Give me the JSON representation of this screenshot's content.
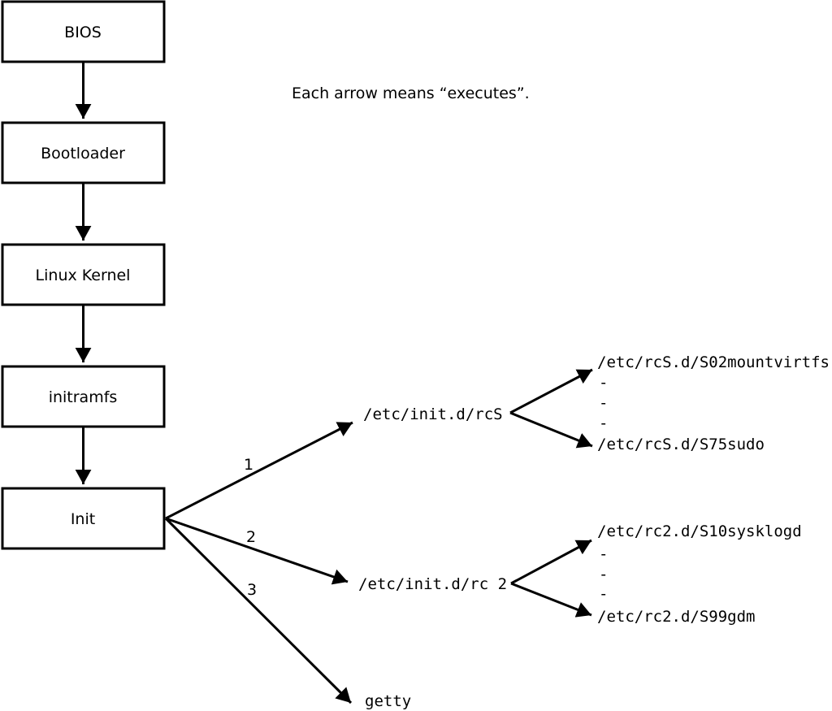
{
  "note": "Each arrow means “executes”.",
  "flow_boxes": [
    {
      "label": "BIOS"
    },
    {
      "label": "Bootloader"
    },
    {
      "label": "Linux Kernel"
    },
    {
      "label": "initramfs"
    },
    {
      "label": "Init"
    }
  ],
  "branches": [
    {
      "order": "1",
      "target": "/etc/init.d/rcS"
    },
    {
      "order": "2",
      "target": "/etc/init.d/rc 2"
    },
    {
      "order": "3",
      "target": "getty"
    }
  ],
  "rcS_scripts": {
    "first": "/etc/rcS.d/S02mountvirtfs",
    "dashes": [
      "-",
      "-",
      "-"
    ],
    "last": "/etc/rcS.d/S75sudo"
  },
  "rc2_scripts": {
    "first": "/etc/rc2.d/S10sysklogd",
    "dashes": [
      "-",
      "-",
      "-"
    ],
    "last": "/etc/rc2.d/S99gdm"
  },
  "colors": {
    "ink": "#000000",
    "background": "#ffffff"
  }
}
